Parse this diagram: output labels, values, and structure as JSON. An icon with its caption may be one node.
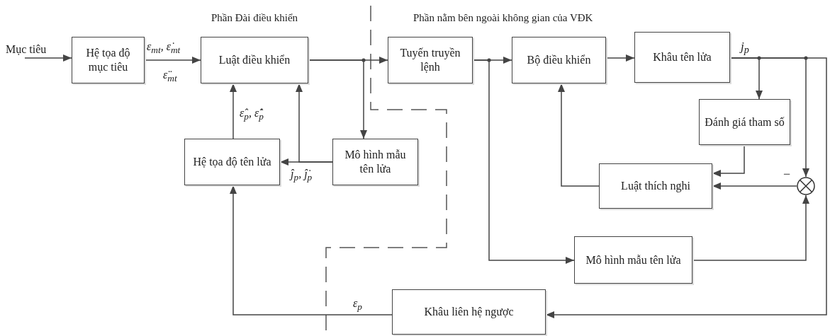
{
  "diagram": {
    "nodes": [
      {
        "text": [
          "Hệ tọa độ mục tiêu"
        ]
      },
      {
        "text": [
          "Luật điều khiển"
        ]
      },
      {
        "text": [
          "Tuyến truyền lệnh"
        ]
      },
      {
        "text": [
          "Bộ điều khiển"
        ]
      },
      {
        "text": [
          "Khâu tên lửa"
        ]
      },
      {
        "text": [
          "Đánh giá tham số"
        ]
      },
      {
        "text": [
          "Hệ tọa độ tên lửa"
        ]
      },
      {
        "text": [
          "Mô hình mẫu tên lửa"
        ]
      },
      {
        "text": [
          "Luật thích nghi"
        ]
      },
      {
        "text": [],
        "shape": "circle",
        "beside": [
          "−"
        ]
      },
      {
        "text": [
          "Mô hình mẫu tên lửa"
        ]
      },
      {
        "text": [
          "Khâu liên hệ ngược"
        ]
      }
    ],
    "edges": [
      {
        "from": null,
        "to": 0,
        "arrow": "to",
        "label": "Mục tiêu"
      },
      {
        "from": 0,
        "to": 1,
        "arrow": "to",
        "label": "ε$_{mt}$, ε̇$_{mt}$"
      },
      {
        "from": 1,
        "to": 2,
        "arrow": "to"
      },
      {
        "from": 1,
        "to": 7,
        "arrow": "to"
      },
      {
        "from": 7,
        "to": 6,
        "arrow": "to",
        "label": "ĵ$_{p}$, ĵ̇$_{p}$"
      },
      {
        "from": 7,
        "to": 1,
        "arrow": "to"
      },
      {
        "from": 6,
        "to": 1,
        "arrow": "to",
        "label": "ε̂$_{p}$, ε̂̇$_{p}$"
      },
      {
        "from": 2,
        "to": 3,
        "arrow": "to"
      },
      {
        "from": 2,
        "to": 10,
        "arrow": "to"
      },
      {
        "from": 3,
        "to": 4,
        "arrow": "to"
      },
      {
        "from": 4,
        "to": 5,
        "arrow": "to"
      },
      {
        "from": 4,
        "to": 9,
        "arrow": "to"
      },
      {
        "from": 4,
        "to": 11,
        "arrow": "to"
      },
      {
        "from": 5,
        "to": 8,
        "arrow": "to"
      },
      {
        "from": 9,
        "to": 8,
        "arrow": "to"
      },
      {
        "from": 8,
        "to": 3,
        "arrow": "to"
      },
      {
        "from": 10,
        "to": 9,
        "arrow": "to"
      },
      {
        "from": 11,
        "to": 6,
        "arrow": "to",
        "label": "ε$_{p}$"
      }
    ],
    "labels": [
      "Phần Đài điều khiển",
      "Phần nằm bên ngoài không gian của VĐK",
      "ε̈$_{mt}$",
      "j$_{p}$"
    ]
  }
}
